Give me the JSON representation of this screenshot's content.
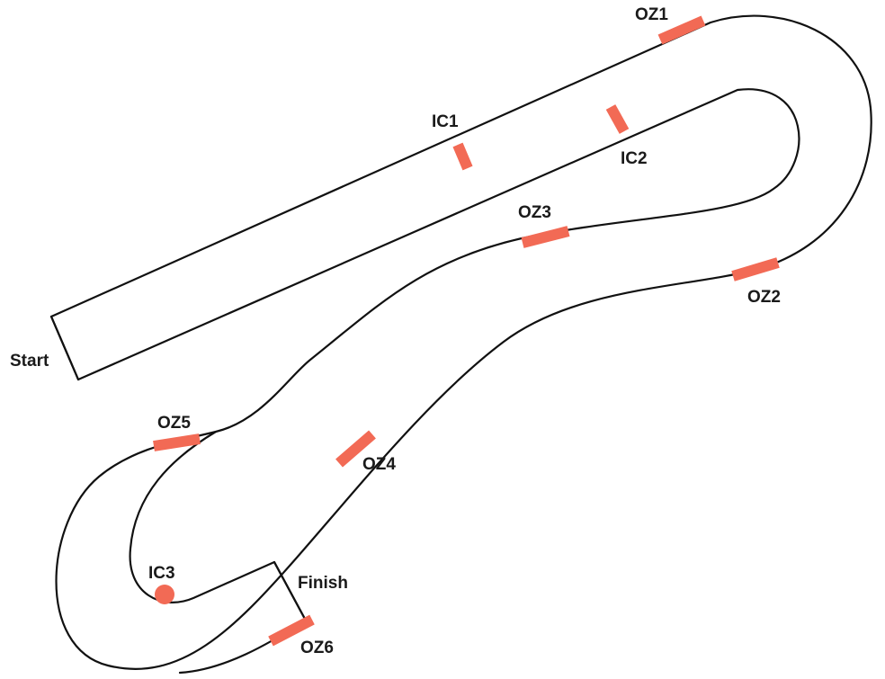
{
  "diagram": {
    "colors": {
      "track": "#111111",
      "marker": "#f26a55",
      "label": "#1a1a1a",
      "background": "#ffffff"
    },
    "labels": {
      "start": "Start",
      "finish": "Finish",
      "oz1": "OZ1",
      "oz2": "OZ2",
      "oz3": "OZ3",
      "oz4": "OZ4",
      "oz5": "OZ5",
      "oz6": "OZ6",
      "ic1": "IC1",
      "ic2": "IC2",
      "ic3": "IC3"
    }
  }
}
